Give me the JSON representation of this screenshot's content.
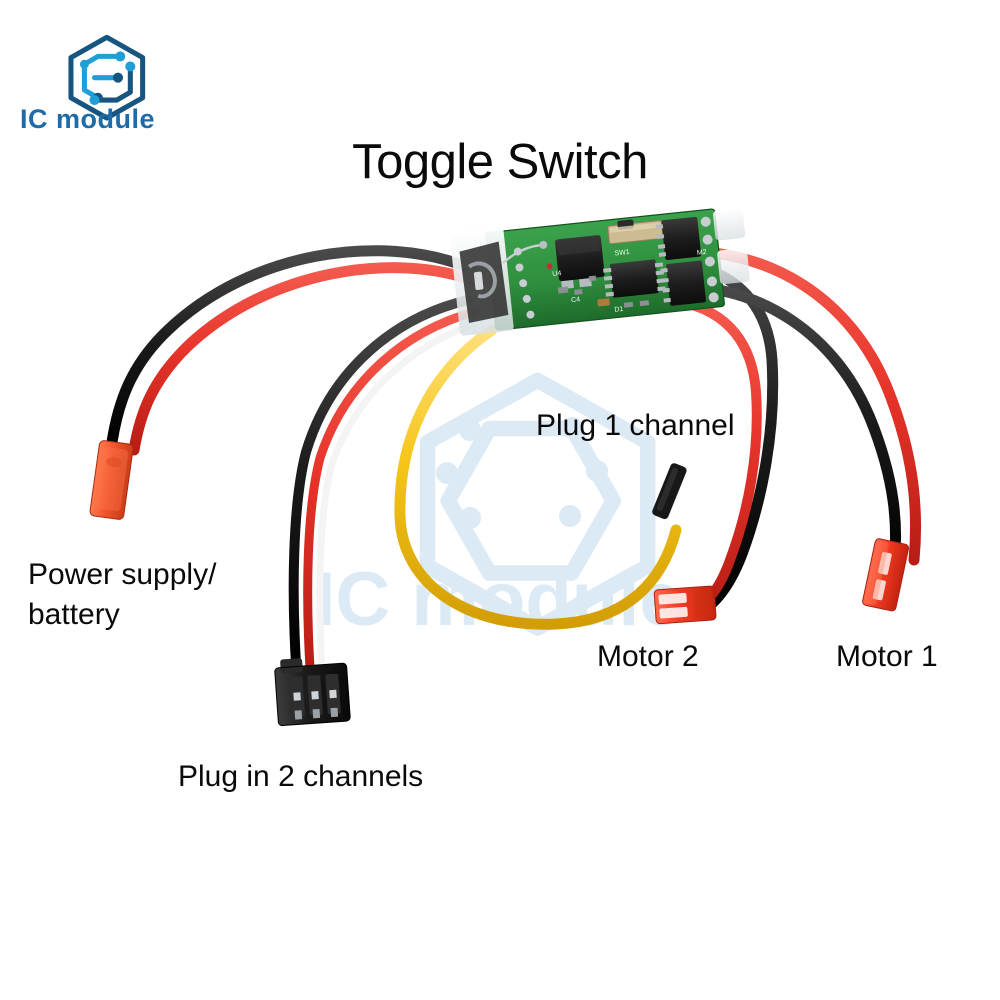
{
  "brand": {
    "name": "IC module",
    "logo_icon": "hexagon-circuit-logo-icon",
    "logo_color_dark": "#15557f",
    "logo_color_light": "#1f9fd8",
    "text_color": "#1e6ba8"
  },
  "watermark": {
    "text": "IC module",
    "icon": "hexagon-circuit-watermark-icon",
    "color": "#dbe9f5"
  },
  "title": "Toggle Switch",
  "callouts": {
    "power": "Power supply/\nbattery",
    "plug_2_channels": "Plug in 2 channels",
    "plug_1_channel": "Plug 1 channel",
    "motor_2": "Motor 2",
    "motor_1": "Motor 1"
  },
  "product": {
    "board_color": "#2f8f3e",
    "board_color_dark": "#1f6e2c",
    "chip_color": "#1a1a1a",
    "pad_color": "#c8cdd2",
    "switch_color": "#cdbb92",
    "heatshrink_color": "#eef2f4",
    "silkscreen": {
      "switch_label": "SW1",
      "ic_label": "U4",
      "cap_label": "C4",
      "diode_label": "D1",
      "motor2_label": "M2"
    }
  },
  "wires": {
    "red": "#e8342a",
    "black": "#1a1a1a",
    "yellow": "#f5c518",
    "white": "#f2f2f2"
  },
  "connectors": {
    "power_jst": {
      "name": "power-jst-connector",
      "color": "#f0542a"
    },
    "servo_plug": {
      "name": "servo-3pin-connector",
      "color": "#1c1c1c",
      "pins": 3
    },
    "signal_tip": {
      "name": "signal-wire-tip",
      "color": "#181818"
    },
    "motor2_jst": {
      "name": "motor2-jst-connector",
      "color": "#f23b22"
    },
    "motor1_jst": {
      "name": "motor1-jst-connector",
      "color": "#f23b22"
    }
  }
}
